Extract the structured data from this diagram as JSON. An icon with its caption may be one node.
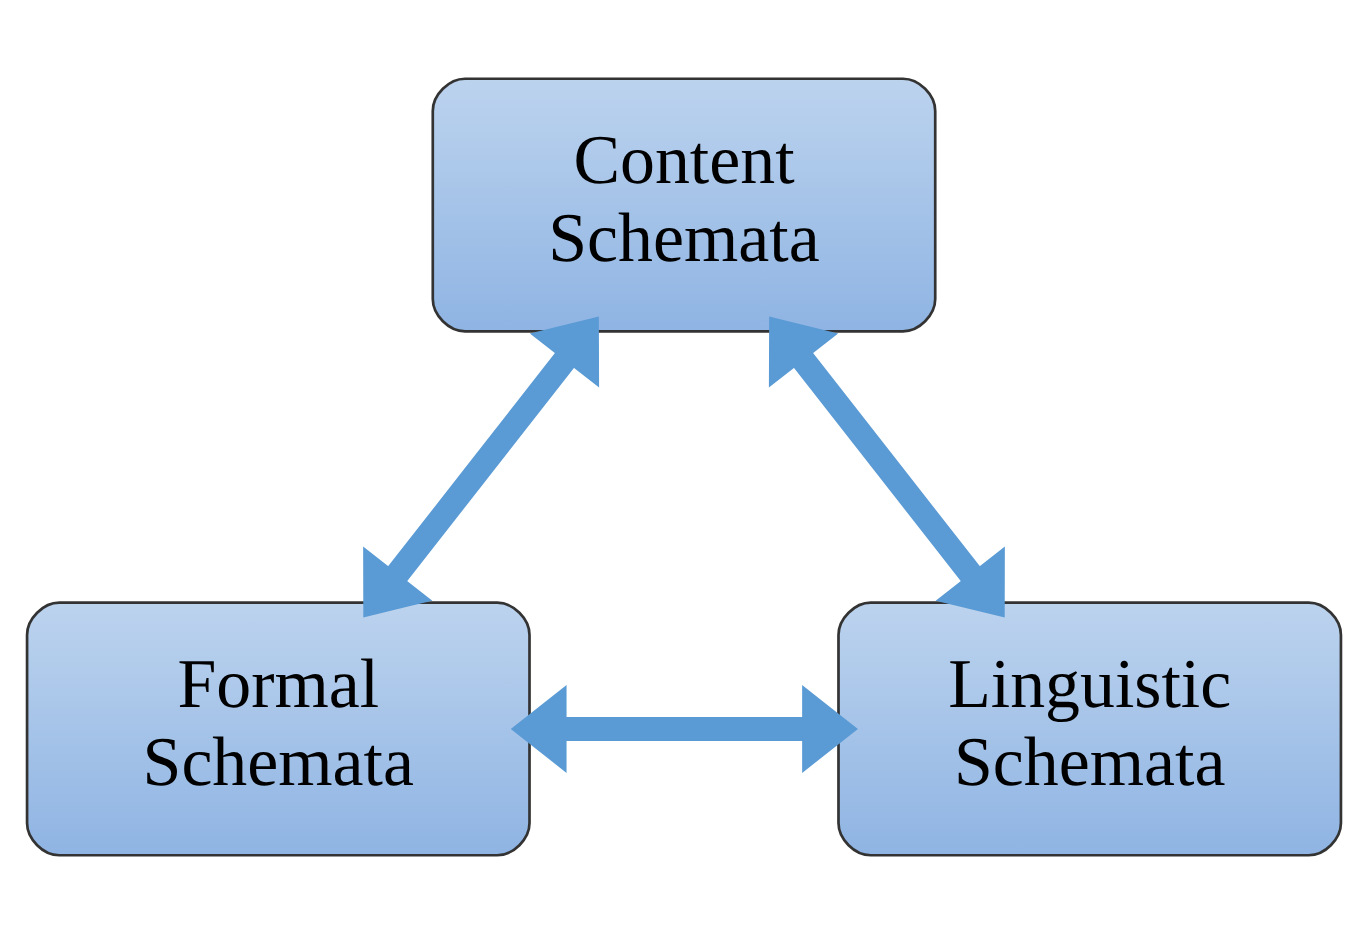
{
  "diagram": {
    "nodes": [
      {
        "text": [
          "Content Schemata"
        ]
      },
      {
        "text": [
          "Formal Schemata"
        ]
      },
      {
        "text": [
          "Linguistic Schemata"
        ]
      }
    ],
    "edges": [
      {
        "from": 0,
        "to": 1,
        "arrow": "both"
      },
      {
        "from": 0,
        "to": 2,
        "arrow": "both"
      },
      {
        "from": 1,
        "to": 2,
        "arrow": "both"
      }
    ]
  }
}
